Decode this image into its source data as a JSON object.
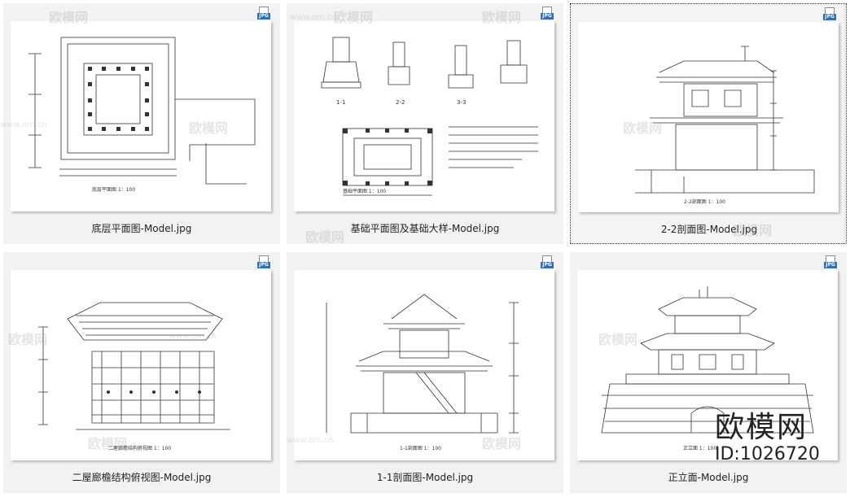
{
  "thumbnails": [
    {
      "caption": "底层平面图-Model.jpg",
      "badge": "JPG",
      "drawing_title": "底层平面图  1：100"
    },
    {
      "caption": "基础平面图及基础大样-Model.jpg",
      "badge": "JPG",
      "drawing_title": "基础平面图  1：100",
      "section_labels": [
        "1-1",
        "2-2",
        "3-3"
      ]
    },
    {
      "caption": "2-2剖面图-Model.jpg",
      "badge": "JPG",
      "drawing_title": "2-2剖面图  1：100",
      "selected": true
    },
    {
      "caption": "二屋廊檐结构俯视图-Model.jpg",
      "badge": "JPG",
      "drawing_title": "二屋廊檐结构俯视图  1：100"
    },
    {
      "caption": "1-1剖面图-Model.jpg",
      "badge": "JPG",
      "drawing_title": "1-1剖面图  1：100"
    },
    {
      "caption": "正立面-Model.jpg",
      "badge": "JPG",
      "drawing_title": "正立面  1：100"
    }
  ],
  "watermark": {
    "brand": "欧模网",
    "url": "www.om.cn"
  },
  "brand": {
    "logo": "欧模网",
    "id": "ID:1026720"
  }
}
